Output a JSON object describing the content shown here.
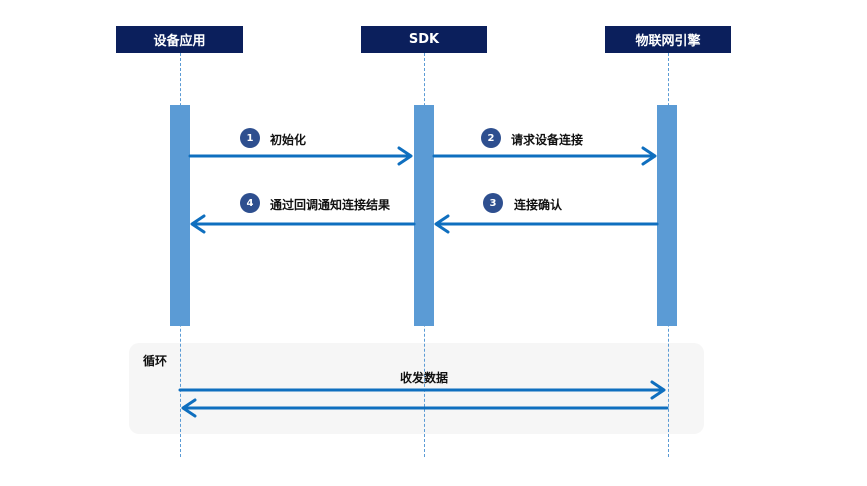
{
  "participants": {
    "app": "设备应用",
    "sdk": "SDK",
    "iot": "物联网引擎"
  },
  "messages": [
    {
      "step": "1",
      "label": "初始化"
    },
    {
      "step": "2",
      "label": "请求设备连接"
    },
    {
      "step": "3",
      "label": "连接确认"
    },
    {
      "step": "4",
      "label": "通过回调通知连接结果"
    }
  ],
  "loop": {
    "label": "循环",
    "message": "收发数据"
  },
  "colors": {
    "header_bg": "#0b1f5c",
    "activation": "#5b9bd5",
    "arrow": "#0f6fbf",
    "badge": "#2e4f8f"
  }
}
